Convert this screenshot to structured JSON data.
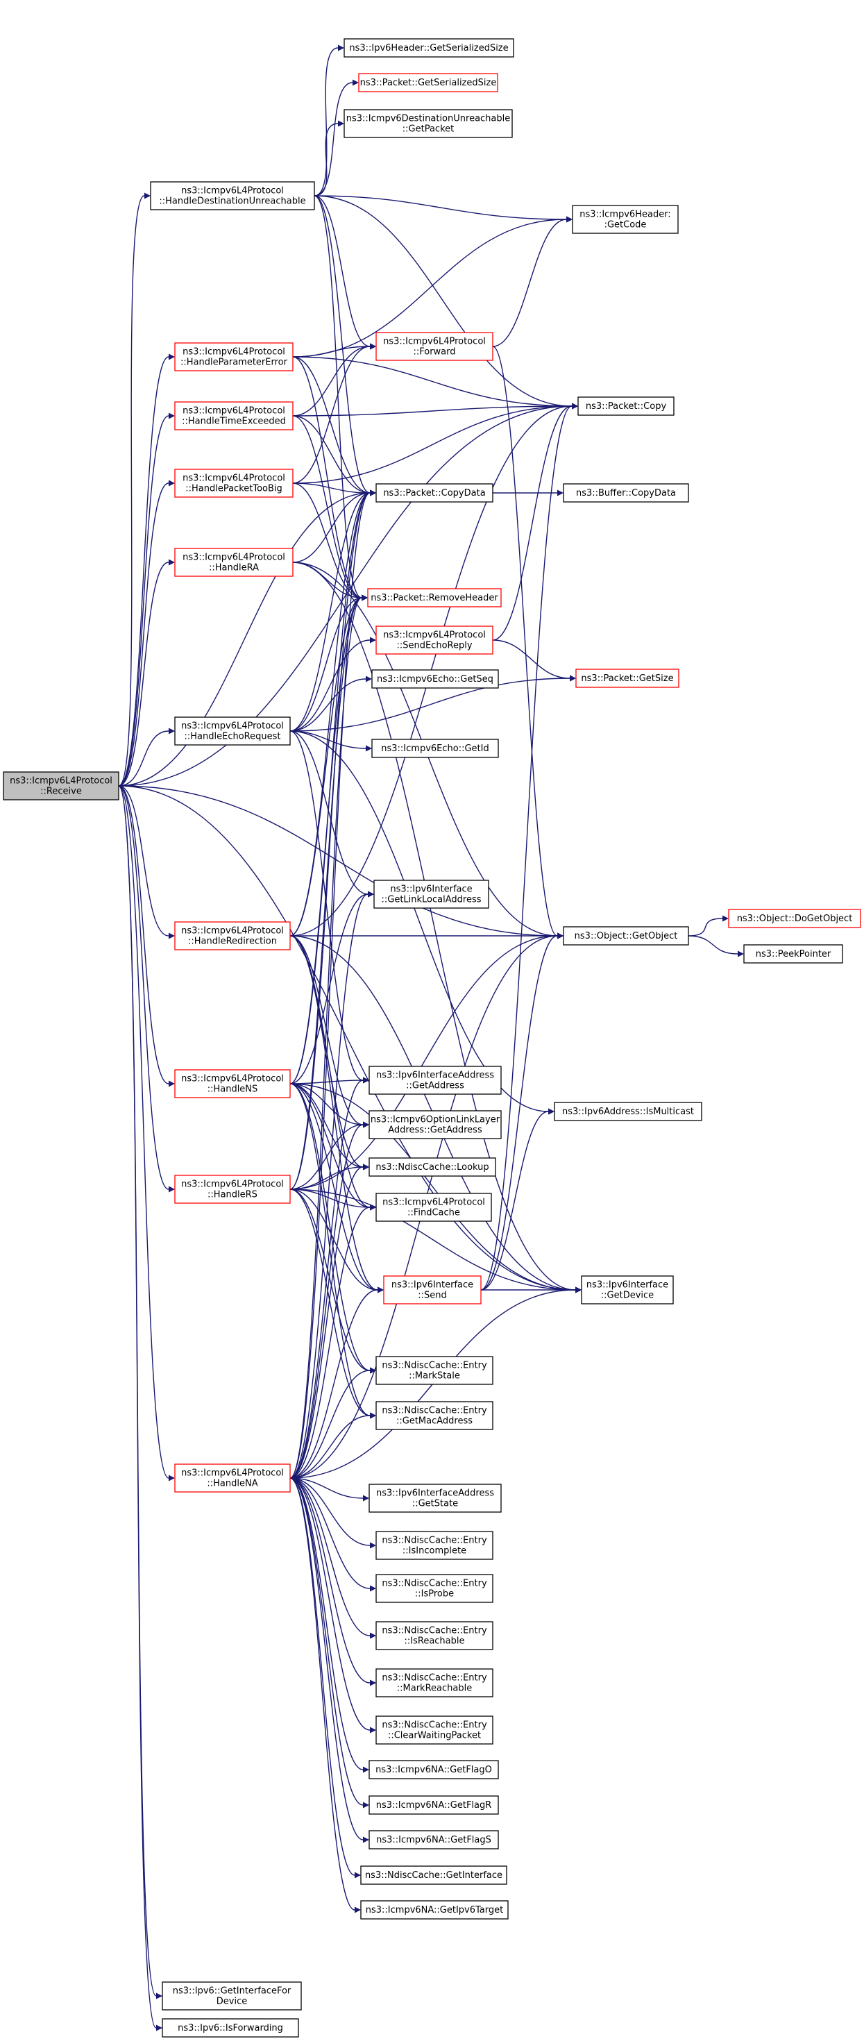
{
  "colors": {
    "edge": "#191970",
    "border_default": "#000000",
    "border_truncated": "#ff0000",
    "root_fill": "#bfbfbf",
    "node_fill": "#ffffff"
  },
  "nodes": [
    {
      "id": "receive",
      "lines": [
        "ns3::Icmpv6L4Protocol",
        "::Receive"
      ],
      "style": "root"
    },
    {
      "id": "hdu",
      "lines": [
        "ns3::Icmpv6L4Protocol",
        "::HandleDestinationUnreachable"
      ],
      "style": "normal"
    },
    {
      "id": "hpe",
      "lines": [
        "ns3::Icmpv6L4Protocol",
        "::HandleParameterError"
      ],
      "style": "truncated"
    },
    {
      "id": "hte",
      "lines": [
        "ns3::Icmpv6L4Protocol",
        "::HandleTimeExceeded"
      ],
      "style": "truncated"
    },
    {
      "id": "hptb",
      "lines": [
        "ns3::Icmpv6L4Protocol",
        "::HandlePacketTooBig"
      ],
      "style": "truncated"
    },
    {
      "id": "hra",
      "lines": [
        "ns3::Icmpv6L4Protocol",
        "::HandleRA"
      ],
      "style": "truncated"
    },
    {
      "id": "her",
      "lines": [
        "ns3::Icmpv6L4Protocol",
        "::HandleEchoRequest"
      ],
      "style": "normal"
    },
    {
      "id": "hred",
      "lines": [
        "ns3::Icmpv6L4Protocol",
        "::HandleRedirection"
      ],
      "style": "truncated"
    },
    {
      "id": "hns",
      "lines": [
        "ns3::Icmpv6L4Protocol",
        "::HandleNS"
      ],
      "style": "truncated"
    },
    {
      "id": "hrs",
      "lines": [
        "ns3::Icmpv6L4Protocol",
        "::HandleRS"
      ],
      "style": "truncated"
    },
    {
      "id": "hna",
      "lines": [
        "ns3::Icmpv6L4Protocol",
        "::HandleNA"
      ],
      "style": "truncated"
    },
    {
      "id": "getiffordev",
      "lines": [
        "ns3::Ipv6::GetInterfaceFor",
        "Device"
      ],
      "style": "normal"
    },
    {
      "id": "isfwd",
      "lines": [
        "ns3::Ipv6::IsForwarding"
      ],
      "style": "normal"
    },
    {
      "id": "ipv6hdrsize",
      "lines": [
        "ns3::Ipv6Header::GetSerializedSize"
      ],
      "style": "normal"
    },
    {
      "id": "pktsersize",
      "lines": [
        "ns3::Packet::GetSerializedSize"
      ],
      "style": "truncated"
    },
    {
      "id": "dugetpkt",
      "lines": [
        "ns3::Icmpv6DestinationUnreachable",
        "::GetPacket"
      ],
      "style": "normal"
    },
    {
      "id": "forward",
      "lines": [
        "ns3::Icmpv6L4Protocol",
        "::Forward"
      ],
      "style": "truncated"
    },
    {
      "id": "copydata",
      "lines": [
        "ns3::Packet::CopyData"
      ],
      "style": "normal"
    },
    {
      "id": "removehdr",
      "lines": [
        "ns3::Packet::RemoveHeader"
      ],
      "style": "truncated"
    },
    {
      "id": "sendecho",
      "lines": [
        "ns3::Icmpv6L4Protocol",
        "::SendEchoReply"
      ],
      "style": "truncated"
    },
    {
      "id": "echoseq",
      "lines": [
        "ns3::Icmpv6Echo::GetSeq"
      ],
      "style": "normal"
    },
    {
      "id": "echoid",
      "lines": [
        "ns3::Icmpv6Echo::GetId"
      ],
      "style": "normal"
    },
    {
      "id": "getlla",
      "lines": [
        "ns3::Ipv6Interface",
        "::GetLinkLocalAddress"
      ],
      "style": "normal"
    },
    {
      "id": "ifaddr",
      "lines": [
        "ns3::Ipv6InterfaceAddress",
        "::GetAddress"
      ],
      "style": "normal"
    },
    {
      "id": "optlladdr",
      "lines": [
        "ns3::Icmpv6OptionLinkLayer",
        "Address::GetAddress"
      ],
      "style": "normal"
    },
    {
      "id": "ndlookup",
      "lines": [
        "ns3::NdiscCache::Lookup"
      ],
      "style": "normal"
    },
    {
      "id": "findcache",
      "lines": [
        "ns3::Icmpv6L4Protocol",
        "::FindCache"
      ],
      "style": "normal"
    },
    {
      "id": "ifsend",
      "lines": [
        "ns3::Ipv6Interface",
        "::Send"
      ],
      "style": "truncated"
    },
    {
      "id": "markstale",
      "lines": [
        "ns3::NdiscCache::Entry",
        "::MarkStale"
      ],
      "style": "normal"
    },
    {
      "id": "getmac",
      "lines": [
        "ns3::NdiscCache::Entry",
        "::GetMacAddress"
      ],
      "style": "normal"
    },
    {
      "id": "ifaddrstate",
      "lines": [
        "ns3::Ipv6InterfaceAddress",
        "::GetState"
      ],
      "style": "normal"
    },
    {
      "id": "isincomplete",
      "lines": [
        "ns3::NdiscCache::Entry",
        "::IsIncomplete"
      ],
      "style": "normal"
    },
    {
      "id": "isprobe",
      "lines": [
        "ns3::NdiscCache::Entry",
        "::IsProbe"
      ],
      "style": "normal"
    },
    {
      "id": "isreachable",
      "lines": [
        "ns3::NdiscCache::Entry",
        "::IsReachable"
      ],
      "style": "normal"
    },
    {
      "id": "markreachable",
      "lines": [
        "ns3::NdiscCache::Entry",
        "::MarkReachable"
      ],
      "style": "normal"
    },
    {
      "id": "clearwaiting",
      "lines": [
        "ns3::NdiscCache::Entry",
        "::ClearWaitingPacket"
      ],
      "style": "normal"
    },
    {
      "id": "flago",
      "lines": [
        "ns3::Icmpv6NA::GetFlagO"
      ],
      "style": "normal"
    },
    {
      "id": "flagr",
      "lines": [
        "ns3::Icmpv6NA::GetFlagR"
      ],
      "style": "normal"
    },
    {
      "id": "flags",
      "lines": [
        "ns3::Icmpv6NA::GetFlagS"
      ],
      "style": "normal"
    },
    {
      "id": "ndgetif",
      "lines": [
        "ns3::NdiscCache::GetInterface"
      ],
      "style": "normal"
    },
    {
      "id": "natarget",
      "lines": [
        "ns3::Icmpv6NA::GetIpv6Target"
      ],
      "style": "normal"
    },
    {
      "id": "getcode",
      "lines": [
        "ns3::Icmpv6Header:",
        ":GetCode"
      ],
      "style": "normal"
    },
    {
      "id": "pktcopy",
      "lines": [
        "ns3::Packet::Copy"
      ],
      "style": "normal"
    },
    {
      "id": "bufcopy",
      "lines": [
        "ns3::Buffer::CopyData"
      ],
      "style": "normal"
    },
    {
      "id": "pktsize",
      "lines": [
        "ns3::Packet::GetSize"
      ],
      "style": "truncated"
    },
    {
      "id": "getobject",
      "lines": [
        "ns3::Object::GetObject"
      ],
      "style": "normal"
    },
    {
      "id": "isMulticast",
      "lines": [
        "ns3::Ipv6Address::IsMulticast"
      ],
      "style": "normal"
    },
    {
      "id": "ifgetdev",
      "lines": [
        "ns3::Ipv6Interface",
        "::GetDevice"
      ],
      "style": "normal"
    },
    {
      "id": "dogetobj",
      "lines": [
        "ns3::Object::DoGetObject"
      ],
      "style": "truncated"
    },
    {
      "id": "peekptr",
      "lines": [
        "ns3::PeekPointer"
      ],
      "style": "normal"
    }
  ],
  "edges": [
    [
      "receive",
      "hdu"
    ],
    [
      "receive",
      "hpe"
    ],
    [
      "receive",
      "hte"
    ],
    [
      "receive",
      "hptb"
    ],
    [
      "receive",
      "hra"
    ],
    [
      "receive",
      "her"
    ],
    [
      "receive",
      "hred"
    ],
    [
      "receive",
      "hns"
    ],
    [
      "receive",
      "hrs"
    ],
    [
      "receive",
      "hna"
    ],
    [
      "receive",
      "getiffordev"
    ],
    [
      "receive",
      "isfwd"
    ],
    [
      "receive",
      "pktcopy"
    ],
    [
      "receive",
      "copydata"
    ],
    [
      "receive",
      "getobject"
    ],
    [
      "receive",
      "ifgetdev"
    ],
    [
      "hdu",
      "ipv6hdrsize"
    ],
    [
      "hdu",
      "pktsersize"
    ],
    [
      "hdu",
      "dugetpkt"
    ],
    [
      "hdu",
      "getcode"
    ],
    [
      "hdu",
      "forward"
    ],
    [
      "hdu",
      "pktcopy"
    ],
    [
      "hdu",
      "copydata"
    ],
    [
      "hdu",
      "removehdr"
    ],
    [
      "hpe",
      "getcode"
    ],
    [
      "hpe",
      "forward"
    ],
    [
      "hpe",
      "pktcopy"
    ],
    [
      "hpe",
      "copydata"
    ],
    [
      "hpe",
      "removehdr"
    ],
    [
      "hte",
      "forward"
    ],
    [
      "hte",
      "pktcopy"
    ],
    [
      "hte",
      "copydata"
    ],
    [
      "hte",
      "removehdr"
    ],
    [
      "hptb",
      "forward"
    ],
    [
      "hptb",
      "pktcopy"
    ],
    [
      "hptb",
      "copydata"
    ],
    [
      "hptb",
      "removehdr"
    ],
    [
      "hra",
      "copydata"
    ],
    [
      "hra",
      "removehdr"
    ],
    [
      "hra",
      "getobject"
    ],
    [
      "hra",
      "ifgetdev"
    ],
    [
      "her",
      "copydata"
    ],
    [
      "her",
      "removehdr"
    ],
    [
      "her",
      "sendecho"
    ],
    [
      "her",
      "echoseq"
    ],
    [
      "her",
      "echoid"
    ],
    [
      "her",
      "pktsize"
    ],
    [
      "her",
      "getlla"
    ],
    [
      "her",
      "ifaddr"
    ],
    [
      "her",
      "isMulticast"
    ],
    [
      "hred",
      "getobject"
    ],
    [
      "hred",
      "copydata"
    ],
    [
      "hred",
      "removehdr"
    ],
    [
      "hred",
      "pktcopy"
    ],
    [
      "hred",
      "optlladdr"
    ],
    [
      "hred",
      "ndlookup"
    ],
    [
      "hred",
      "findcache"
    ],
    [
      "hred",
      "ifsend"
    ],
    [
      "hred",
      "ifgetdev"
    ],
    [
      "hns",
      "getlla"
    ],
    [
      "hns",
      "ifaddr"
    ],
    [
      "hns",
      "optlladdr"
    ],
    [
      "hns",
      "ndlookup"
    ],
    [
      "hns",
      "findcache"
    ],
    [
      "hns",
      "ifsend"
    ],
    [
      "hns",
      "markstale"
    ],
    [
      "hns",
      "getmac"
    ],
    [
      "hns",
      "copydata"
    ],
    [
      "hns",
      "removehdr"
    ],
    [
      "hns",
      "ifgetdev"
    ],
    [
      "hrs",
      "optlladdr"
    ],
    [
      "hrs",
      "ndlookup"
    ],
    [
      "hrs",
      "findcache"
    ],
    [
      "hrs",
      "ifsend"
    ],
    [
      "hrs",
      "markstale"
    ],
    [
      "hrs",
      "getmac"
    ],
    [
      "hrs",
      "copydata"
    ],
    [
      "hrs",
      "removehdr"
    ],
    [
      "hrs",
      "getobject"
    ],
    [
      "hrs",
      "ifgetdev"
    ],
    [
      "hna",
      "ifaddrstate"
    ],
    [
      "hna",
      "isincomplete"
    ],
    [
      "hna",
      "isprobe"
    ],
    [
      "hna",
      "isreachable"
    ],
    [
      "hna",
      "markreachable"
    ],
    [
      "hna",
      "clearwaiting"
    ],
    [
      "hna",
      "flago"
    ],
    [
      "hna",
      "flagr"
    ],
    [
      "hna",
      "flags"
    ],
    [
      "hna",
      "ndgetif"
    ],
    [
      "hna",
      "natarget"
    ],
    [
      "hna",
      "markstale"
    ],
    [
      "hna",
      "getmac"
    ],
    [
      "hna",
      "ndlookup"
    ],
    [
      "hna",
      "findcache"
    ],
    [
      "hna",
      "optlladdr"
    ],
    [
      "hna",
      "ifaddr"
    ],
    [
      "hna",
      "ifsend"
    ],
    [
      "hna",
      "copydata"
    ],
    [
      "hna",
      "removehdr"
    ],
    [
      "hna",
      "getobject"
    ],
    [
      "hna",
      "ifgetdev"
    ],
    [
      "hna",
      "getlla"
    ],
    [
      "forward",
      "getcode"
    ],
    [
      "forward",
      "getobject"
    ],
    [
      "copydata",
      "bufcopy"
    ],
    [
      "sendecho",
      "pktcopy"
    ],
    [
      "sendecho",
      "pktsize"
    ],
    [
      "ifsend",
      "isMulticast"
    ],
    [
      "ifsend",
      "getobject"
    ],
    [
      "ifsend",
      "ifgetdev"
    ],
    [
      "ifsend",
      "pktcopy"
    ],
    [
      "getobject",
      "dogetobj"
    ],
    [
      "getobject",
      "peekptr"
    ]
  ]
}
